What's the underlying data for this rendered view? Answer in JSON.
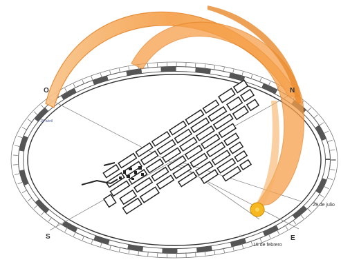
{
  "cardinals": {
    "north": "N",
    "south": "S",
    "east": "E",
    "west": "O"
  },
  "annotations": {
    "west_point": "15 abril",
    "sunset_date": "29 de julio",
    "sunrise_date": "15 de febrero",
    "sun_label": "Sol"
  },
  "colors": {
    "sun_path": "#f6a04a",
    "sun_path_edge": "#e5862a",
    "sun_disc": "#f5b820",
    "horizon_ring": "#555555",
    "city_blocks": "#222222",
    "guide_lines": "#8a8a8a"
  }
}
